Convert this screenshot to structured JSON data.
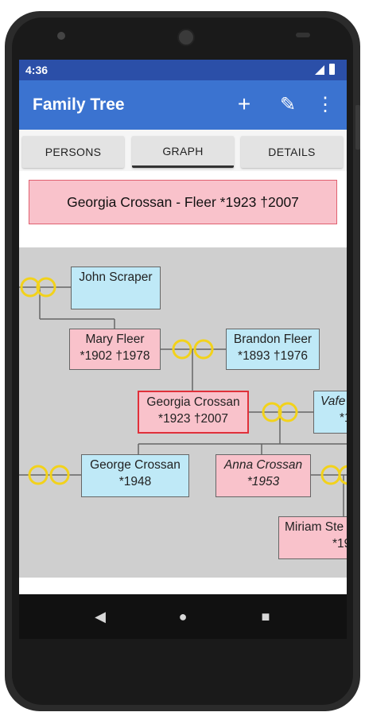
{
  "status": {
    "time": "4:36"
  },
  "appbar": {
    "title": "Family Tree",
    "add_icon": "+",
    "edit_icon": "✎",
    "more_icon": "⋮"
  },
  "tabs": [
    {
      "label": "PERSONS",
      "active": false
    },
    {
      "label": "GRAPH",
      "active": true
    },
    {
      "label": "DETAILS",
      "active": false
    }
  ],
  "selected_person": "Georgia Crossan - Fleer *1923 †2007",
  "graph": {
    "persons": [
      {
        "name": "John Scraper",
        "dates": ""
      },
      {
        "name": "Mary Fleer",
        "dates": "*1902 †1978"
      },
      {
        "name": "Brandon Fleer",
        "dates": "*1893 †1976"
      },
      {
        "name": "Georgia Crossan",
        "dates": "*1923 †2007"
      },
      {
        "name": "Vafe",
        "dates": "*1"
      },
      {
        "name": "George Crossan",
        "dates": "*1948"
      },
      {
        "name": "Anna Crossan",
        "dates": "*1953"
      },
      {
        "name": "Miriam Ste",
        "dates": "*19"
      }
    ],
    "colors": {
      "male": "#bfe9f7",
      "female": "#f9c2cb",
      "selected_border": "#e0303a",
      "rings": "#f2d21b"
    }
  },
  "nav": {
    "back_icon": "◀",
    "home_icon": "●",
    "recents_icon": "■"
  }
}
